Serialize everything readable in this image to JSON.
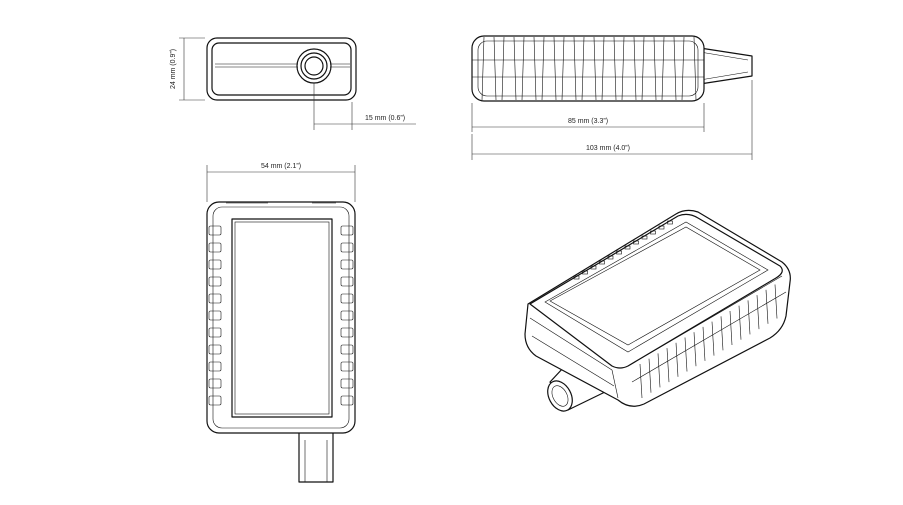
{
  "dimensions": {
    "height": "24 mm (0.9”)",
    "connector_depth": "15 mm (0.6”)",
    "body_length": "85 mm (3.3”)",
    "total_length": "103 mm (4.0”)",
    "width": "54 mm (2.1”)"
  },
  "colors": {
    "line": "#111111",
    "background": "#ffffff"
  }
}
